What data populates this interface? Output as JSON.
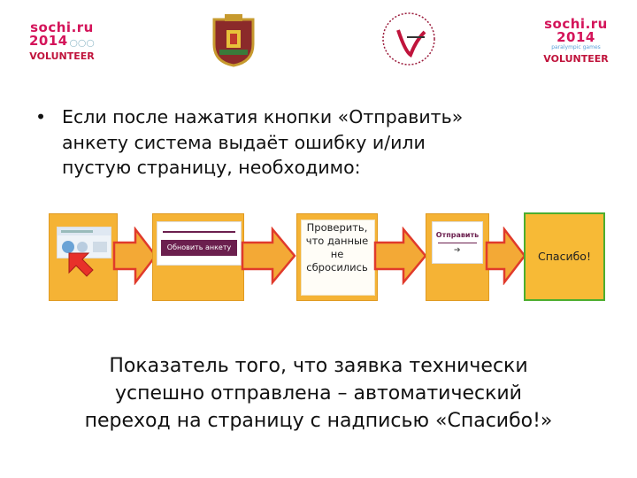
{
  "logos": {
    "left": {
      "mark_line1": "sochi.ru",
      "mark_line2": "2014",
      "volunteer": "VOLUNTEER"
    },
    "right": {
      "mark_line1": "sochi.ru",
      "mark_line2": "2014",
      "subtitle": "paralympic games",
      "volunteer": "VOLUNTEER"
    }
  },
  "bullet": {
    "line1": "Если после нажатия кнопки «Отправить»",
    "line2": "анкету система выдаёт ошибку и/или",
    "line3": "пустую страницу, необходимо:"
  },
  "flow": {
    "step2_button": "Обновить анкету",
    "step3_text": "Проверить, что данные не сбросились",
    "step4_button": "Отправить",
    "step5_text": "Спасибо!"
  },
  "caption": {
    "line1": "Показатель того, что заявка технически",
    "line2": "успешно отправлена – автоматический",
    "line3": "переход на страницу с надписью «Спасибо!»"
  },
  "colors": {
    "box_fill": "#f5b335",
    "arrow_fill": "#f3a936",
    "arrow_stroke": "#e03a2b",
    "green_border": "#4cae2f",
    "purple": "#6b1f4e"
  }
}
